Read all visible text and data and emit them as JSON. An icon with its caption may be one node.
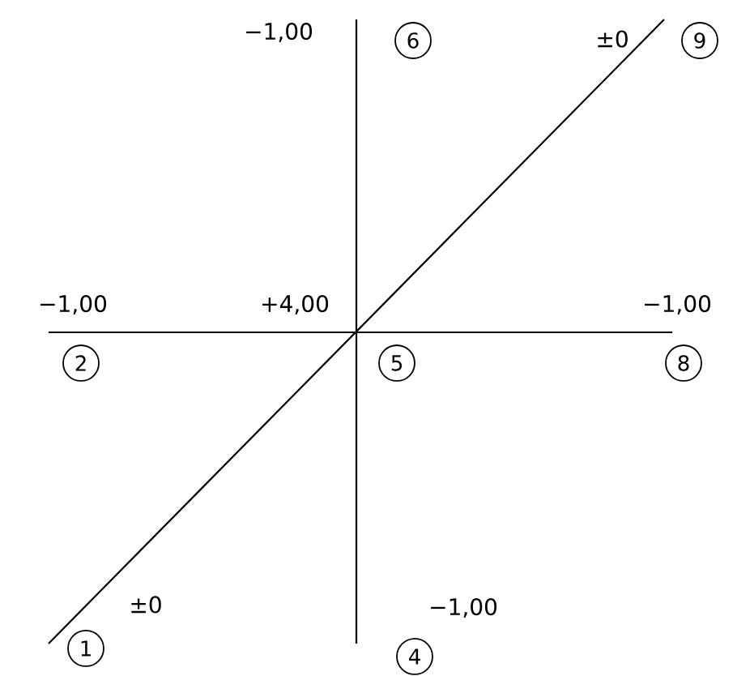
{
  "diagram": {
    "nodes": [
      {
        "text": [
          "6"
        ],
        "beside": [
          "−1,00"
        ]
      },
      {
        "text": [
          "9"
        ],
        "beside": [
          "±0"
        ]
      },
      {
        "text": [
          "2"
        ],
        "beside": [
          "−1,00"
        ]
      },
      {
        "text": [
          "5"
        ],
        "beside": [
          "+4,00"
        ]
      },
      {
        "text": [
          "8"
        ],
        "beside": [
          "−1,00"
        ]
      },
      {
        "text": [
          "1"
        ],
        "beside": [
          "±0"
        ]
      },
      {
        "text": [
          "4"
        ],
        "beside": [
          "−1,00"
        ]
      }
    ]
  }
}
